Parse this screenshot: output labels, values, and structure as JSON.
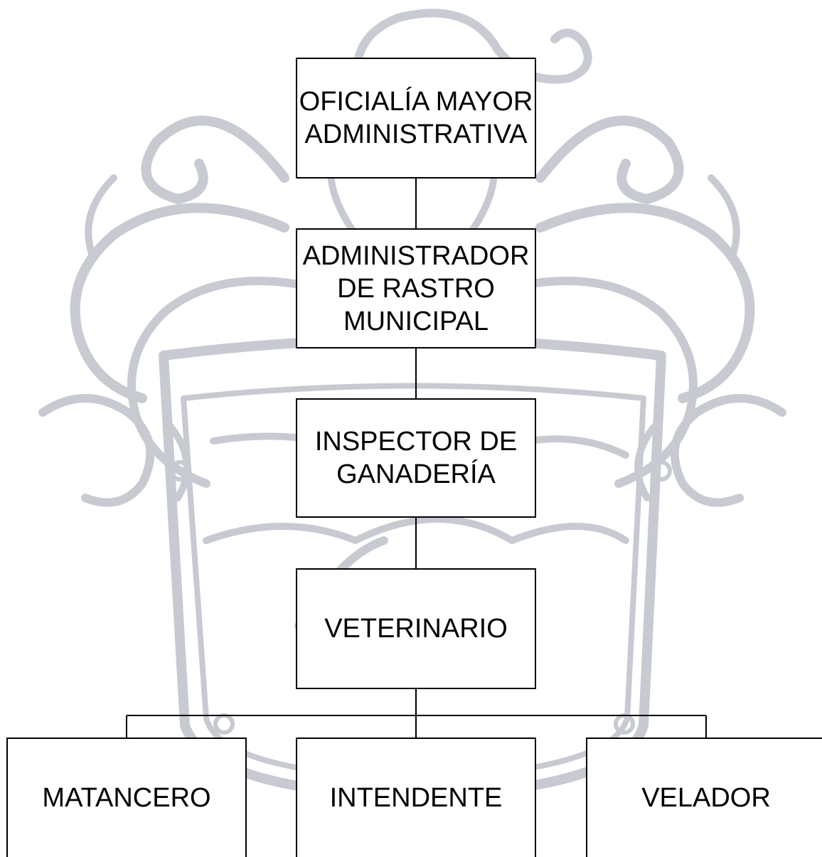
{
  "diagram": {
    "boxes": {
      "oficialia": "OFICIALÍA MAYOR\nADMINISTRATIVA",
      "admin_rastro": "ADMINISTRADOR\nDE RASTRO\nMUNICIPAL",
      "inspector": "INSPECTOR DE\nGANADERÍA",
      "veterinario": "VETERINARIO",
      "matancero": "MATANCERO",
      "intendente": "INTENDENTE",
      "velador": "VELADOR"
    }
  },
  "colors": {
    "watermark": "#c2c5cc",
    "line": "#000000",
    "box_border": "#000000",
    "text": "#000000"
  }
}
